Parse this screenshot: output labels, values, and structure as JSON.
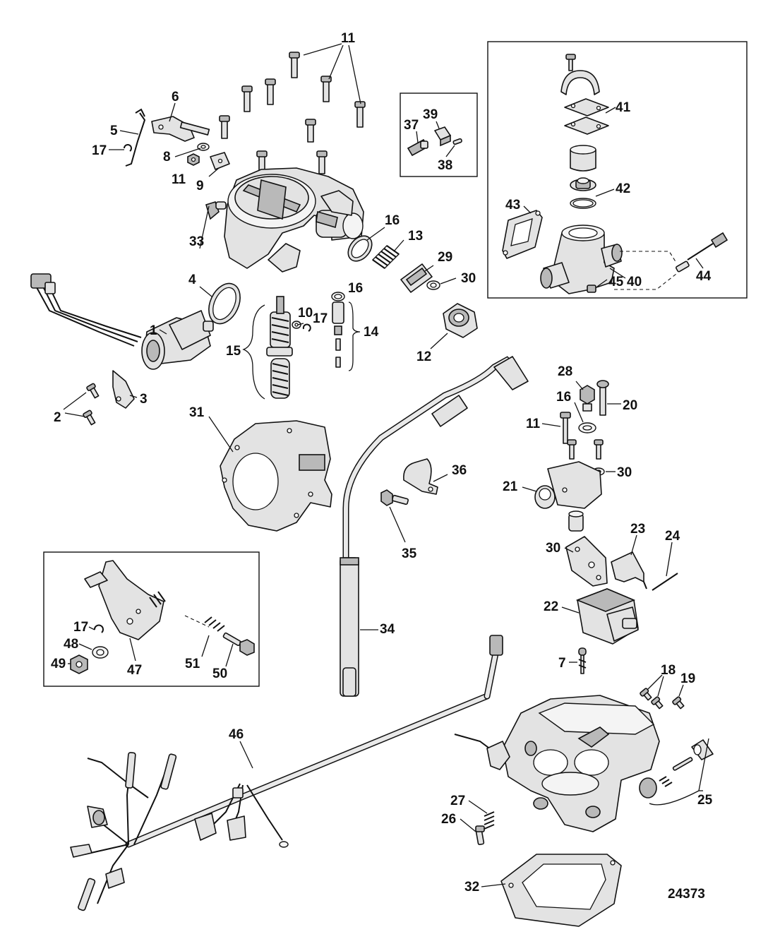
{
  "diagram": {
    "reference_number": "24373",
    "callouts": {
      "c1": "1",
      "c2": "2",
      "c3": "3",
      "c4": "4",
      "c5": "5",
      "c6": "6",
      "c7": "7",
      "c8": "8",
      "c9": "9",
      "c10": "10",
      "c11a": "11",
      "c11b": "11",
      "c11c": "11",
      "c12": "12",
      "c13": "13",
      "c14": "14",
      "c15": "15",
      "c16a": "16",
      "c16b": "16",
      "c16c": "16",
      "c17a": "17",
      "c17b": "17",
      "c17c": "17",
      "c18": "18",
      "c19": "19",
      "c20": "20",
      "c21": "21",
      "c22": "22",
      "c23": "23",
      "c24": "24",
      "c25": "25",
      "c26": "26",
      "c27": "27",
      "c28": "28",
      "c29": "29",
      "c30a": "30",
      "c30b": "30",
      "c30c": "30",
      "c31": "31",
      "c32": "32",
      "c33": "33",
      "c34": "34",
      "c35": "35",
      "c36": "36",
      "c37": "37",
      "c38": "38",
      "c39": "39",
      "c40": "40",
      "c41": "41",
      "c42": "42",
      "c43": "43",
      "c44": "44",
      "c45": "45",
      "c46": "46",
      "c47": "47",
      "c48": "48",
      "c49": "49",
      "c50": "50",
      "c51": "51"
    }
  }
}
